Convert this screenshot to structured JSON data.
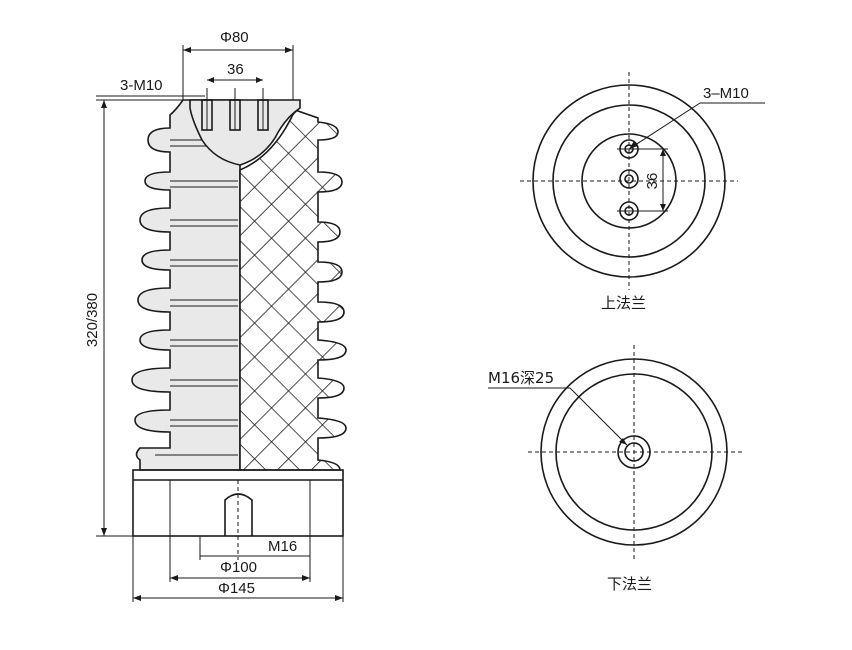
{
  "side_view": {
    "dim_phi80": "Φ80",
    "dim_36": "36",
    "label_3m10": "3-M10",
    "dim_height": "320/380",
    "label_m16": "M16",
    "dim_phi100": "Φ100",
    "dim_phi145": "Φ145"
  },
  "upper_flange": {
    "label_3m10": "3–M10",
    "dim_36": "36",
    "caption": "上法兰"
  },
  "lower_flange": {
    "label_m16": "M16深25",
    "caption": "下法兰"
  },
  "colors": {
    "line": "#1a1a1a",
    "body_fill": "#e9e9e9",
    "background": "#ffffff"
  }
}
